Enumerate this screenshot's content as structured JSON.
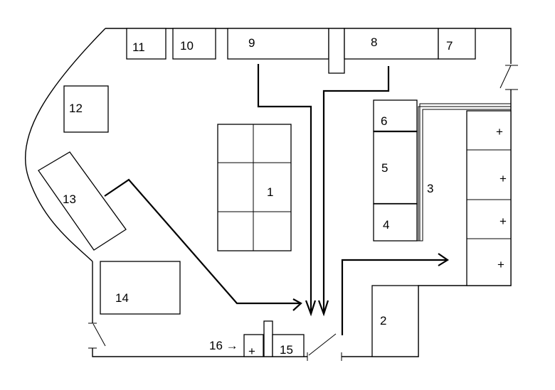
{
  "zones": [
    {
      "key": "1",
      "label": "1"
    },
    {
      "key": "2",
      "label": "2"
    },
    {
      "key": "3",
      "label": "3"
    },
    {
      "key": "4",
      "label": "4"
    },
    {
      "key": "5",
      "label": "5"
    },
    {
      "key": "6",
      "label": "6"
    },
    {
      "key": "7",
      "label": "7"
    },
    {
      "key": "8",
      "label": "8"
    },
    {
      "key": "9",
      "label": "9"
    },
    {
      "key": "10",
      "label": "10"
    },
    {
      "key": "11",
      "label": "11"
    },
    {
      "key": "12",
      "label": "12"
    },
    {
      "key": "13",
      "label": "13"
    },
    {
      "key": "14",
      "label": "14"
    },
    {
      "key": "15",
      "label": "15"
    }
  ],
  "marker_16": "16 →",
  "plus_symbol": "+"
}
